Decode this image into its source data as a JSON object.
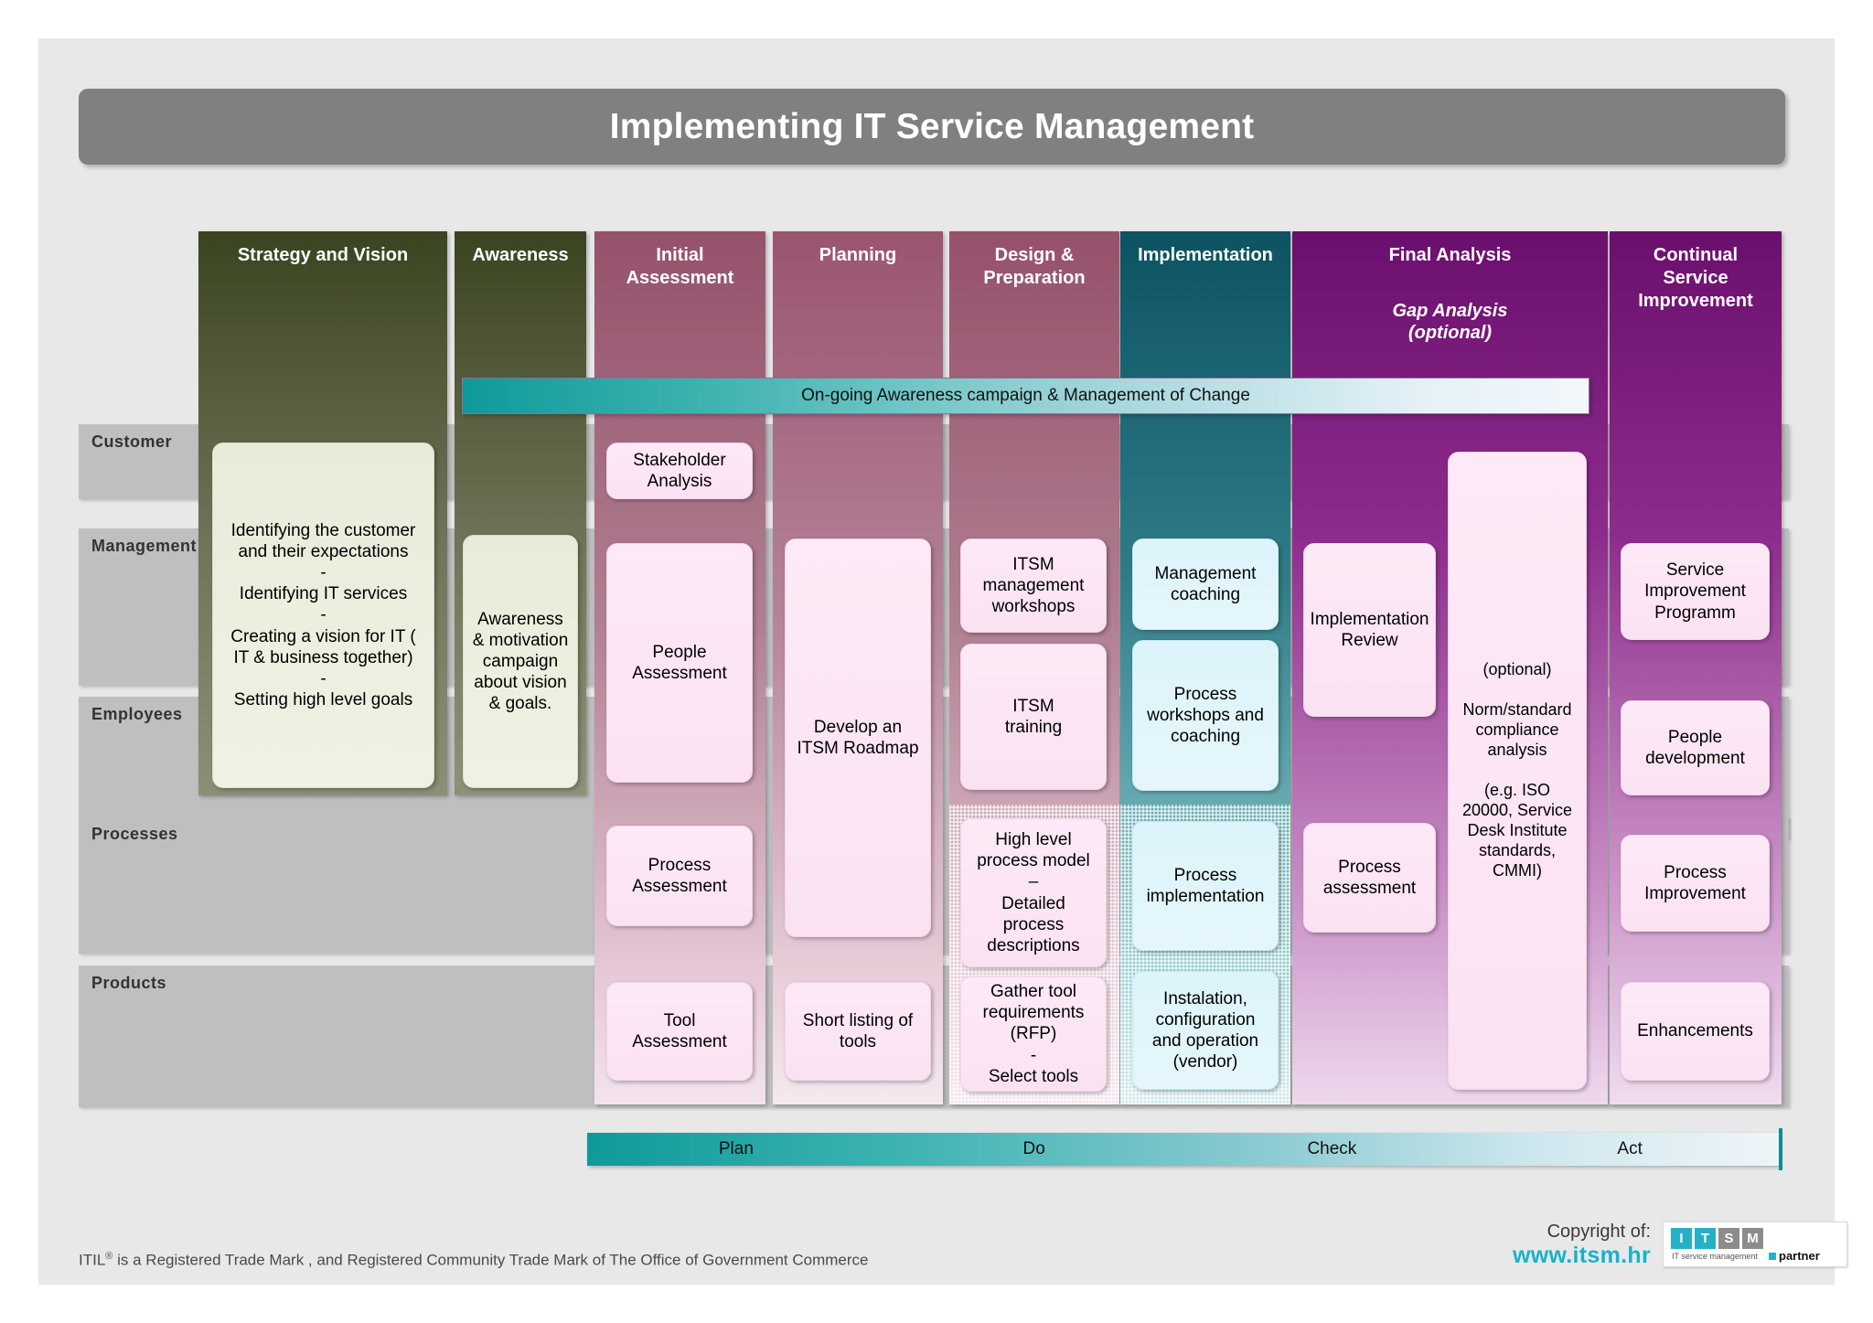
{
  "title": "Implementing IT Service Management",
  "banner": {
    "text": "On-going Awareness campaign & Management of Change"
  },
  "row_labels": [
    {
      "label": "Customer"
    },
    {
      "label": "Management"
    },
    {
      "label": "Employees"
    },
    {
      "label": "Processes"
    },
    {
      "label": "Products"
    }
  ],
  "columns": [
    {
      "label": "Strategy and Vision",
      "sub": ""
    },
    {
      "label": "Awareness",
      "sub": ""
    },
    {
      "label": "Initial\nAssessment",
      "sub": ""
    },
    {
      "label": "Planning",
      "sub": ""
    },
    {
      "label": "Design &\nPreparation",
      "sub": ""
    },
    {
      "label": "Implementation",
      "sub": ""
    },
    {
      "label": "Final Analysis",
      "sub": "Gap Analysis\n(optional)"
    },
    {
      "label": "Continual\nService\nImprovement",
      "sub": ""
    }
  ],
  "boxes": {
    "strategy_vision": "Identifying the customer\nand their expectations\n-\nIdentifying IT services\n-\nCreating a vision for IT (\nIT & business together)\n-\nSetting high level goals",
    "awareness": "Awareness\n& motivation\ncampaign\nabout vision\n& goals.",
    "stakeholder_analysis": "Stakeholder\nAnalysis",
    "people_assessment": "People\nAssessment",
    "process_assessment_ia": "Process\nAssessment",
    "tool_assessment": "Tool\nAssessment",
    "itsm_roadmap": "Develop an\nITSM Roadmap",
    "short_listing_tools": "Short listing of\ntools",
    "itsm_mgmt_workshops": "ITSM\nmanagement\nworkshops",
    "itsm_training": "ITSM\ntraining",
    "high_level_process_model": "High level\nprocess model\n–\nDetailed\nprocess\ndescriptions",
    "gather_tool_requirements": "Gather tool\nrequirements\n(RFP)\n-\nSelect tools",
    "management_coaching": "Management\ncoaching",
    "process_workshops_coaching": "Process\nworkshops and\ncoaching",
    "process_implementation": "Process\nimplementation",
    "installation_config": "Instalation,\nconfiguration\nand operation\n(vendor)",
    "implementation_review": "Implementation\nReview",
    "process_assessment_fa": "Process\nassessment",
    "norm_standard": "(optional)\n\nNorm/standard\ncompliance\nanalysis\n\n(e.g. ISO\n20000, Service\nDesk Institute\nstandards,\nCMMI)",
    "service_improvement_programm": "Service\nImprovement\nProgramm",
    "people_development": "People\ndevelopment",
    "process_improvement": "Process\nImprovement",
    "enhancements": "Enhancements"
  },
  "pdca": {
    "segments": [
      "Plan",
      "Do",
      "Check",
      "Act"
    ]
  },
  "footer": {
    "trademark_pre": "ITIL",
    "trademark_sup": "®",
    "trademark_post": " is a Registered Trade Mark , and Registered Community Trade Mark of The Office of Government Commerce",
    "copyright_label": "Copyright of:",
    "website": "www.itsm.hr",
    "logo_letters": [
      "I",
      "T",
      "S",
      "M"
    ],
    "logo_tagline": "IT service management",
    "logo_partner": "partner"
  },
  "colors": {
    "title_bar": "#808080",
    "olive": "#3b4421",
    "rose": "#95516b",
    "teal": "#0d5361",
    "purple": "#6b0f6e",
    "accent_cyan": "#17b3c9",
    "row_band": "#bfbfbf"
  }
}
